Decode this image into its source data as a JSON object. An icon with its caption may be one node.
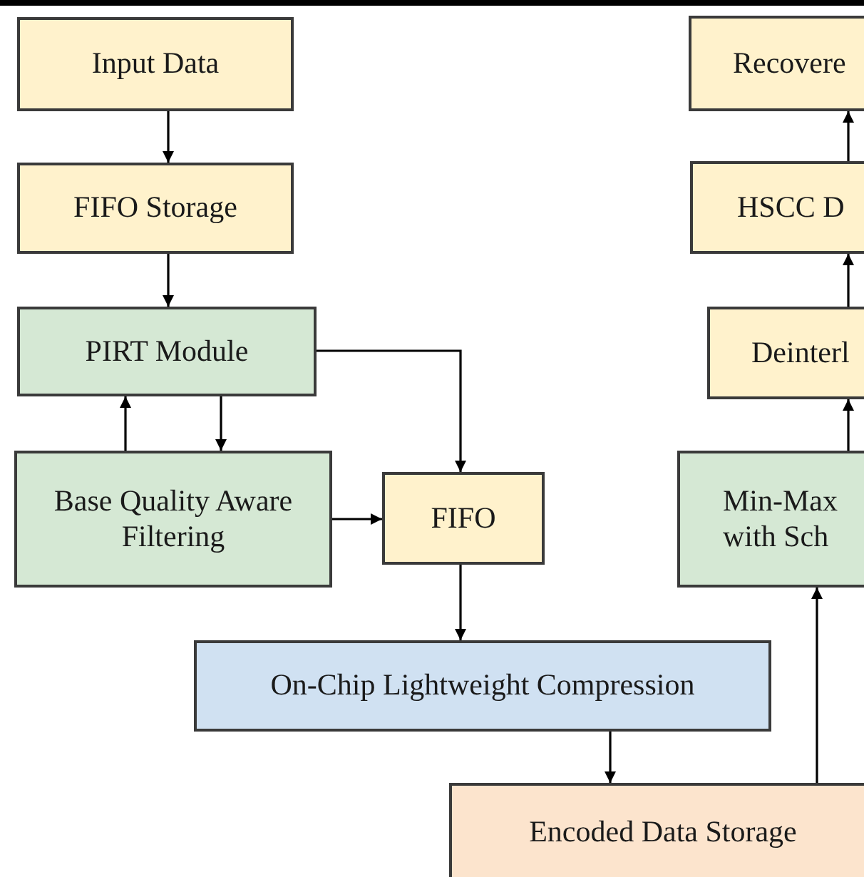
{
  "diagram": {
    "nodes": [
      {
        "text": [
          "Input Data"
        ]
      },
      {
        "text": [
          "FIFO Storage"
        ]
      },
      {
        "text": [
          "PIRT Module"
        ]
      },
      {
        "text": [
          "Base Quality Aware Filtering"
        ]
      },
      {
        "text": [
          "FIFO"
        ]
      },
      {
        "text": [
          "On-Chip Lightweight Compression"
        ]
      },
      {
        "text": [
          "Encoded Data Storage"
        ]
      },
      {
        "text": [
          "Min-Max with Sch"
        ]
      },
      {
        "text": [
          "Deinterl"
        ]
      },
      {
        "text": [
          "HSCC D"
        ]
      },
      {
        "text": [
          "Recovere"
        ]
      }
    ],
    "edges": [
      {
        "from": 0,
        "to": 1,
        "arrow": "to"
      },
      {
        "from": 1,
        "to": 2,
        "arrow": "to"
      },
      {
        "from": 2,
        "to": 3,
        "arrow": "to"
      },
      {
        "from": 3,
        "to": 2,
        "arrow": "to"
      },
      {
        "from": 2,
        "to": 4,
        "arrow": "to"
      },
      {
        "from": 3,
        "to": 4,
        "arrow": "to"
      },
      {
        "from": 4,
        "to": 5,
        "arrow": "to"
      },
      {
        "from": 5,
        "to": 6,
        "arrow": "to"
      },
      {
        "from": 6,
        "to": 7,
        "arrow": "to"
      },
      {
        "from": 7,
        "to": 8,
        "arrow": "to"
      },
      {
        "from": 8,
        "to": 9,
        "arrow": "to"
      },
      {
        "from": 9,
        "to": 10,
        "arrow": "to"
      }
    ]
  }
}
